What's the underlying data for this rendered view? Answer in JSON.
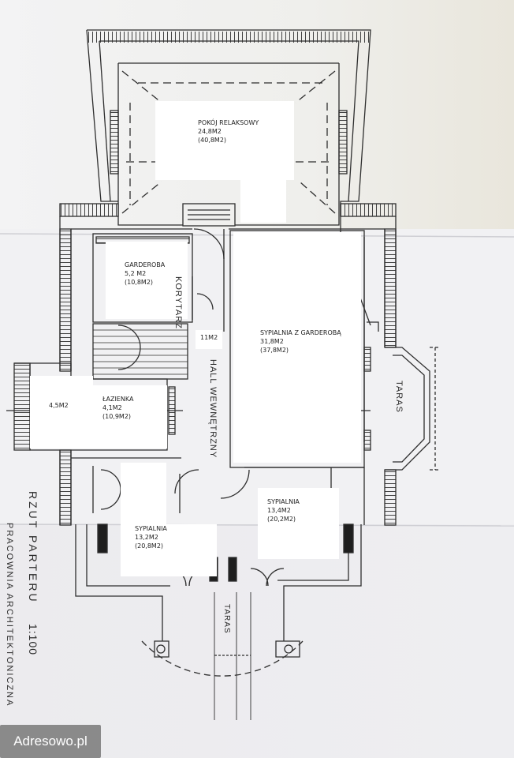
{
  "rooms": {
    "relax": {
      "name": "POKÓJ RELAKSOWY",
      "area": "24,8M2",
      "area_total": "(40,8M2)"
    },
    "garderoba": {
      "name": "GARDEROBA",
      "area": "5,2 M2",
      "area_total": "(10,8M2)"
    },
    "korytarz_area": "11M2",
    "sypialnia_garderoba": {
      "name": "SYPIALNIA Z GARDEROBĄ",
      "area": "31,8M2",
      "area_total": "(37,8M2)"
    },
    "wc_area": "4,5M2",
    "lazienka": {
      "name": "ŁAZIENKA",
      "area": "4,1M2",
      "area_total": "(10,9M2)"
    },
    "sypialnia_left": {
      "name": "SYPIALNIA",
      "area": "13,2M2",
      "area_total": "(20,8M2)"
    },
    "sypialnia_right": {
      "name": "SYPIALNIA",
      "area": "13,4M2",
      "area_total": "(20,2M2)"
    }
  },
  "plan_labels": {
    "korytarz": "KORYTARZ",
    "hall": "HALL WEWNĘTRZNY",
    "taras_right": "TARAS",
    "taras_bottom": "TARAS"
  },
  "title_block": {
    "title": "RZUT PARTERU",
    "scale": "1:100",
    "studio": "PRACOWNIA ARCHITEKTONICZNA"
  },
  "watermark": "Adresowo.pl",
  "colors": {
    "paper": "#efeff2",
    "line": "#2e2e2e",
    "label_bg": "#ffffff"
  }
}
